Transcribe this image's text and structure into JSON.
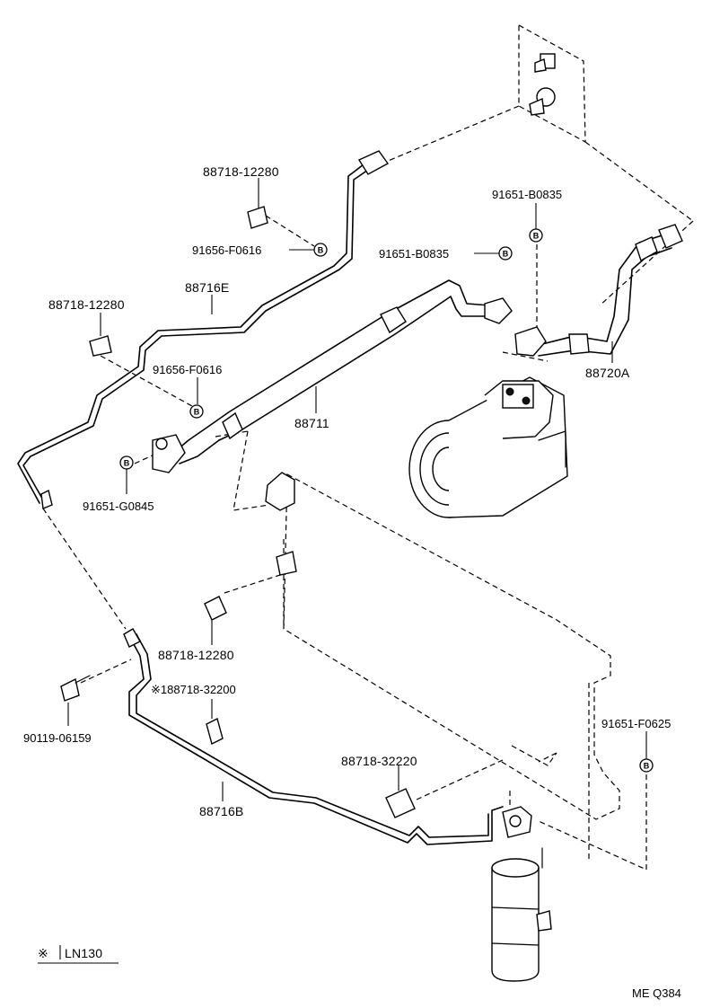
{
  "labels": {
    "p88718_12280_top": "88718-12280",
    "p91656_F0616_top": "91656-F0616",
    "p88716E": "88716E",
    "p88718_12280_left": "88718-12280",
    "p91656_F0616_mid": "91656-F0616",
    "p91651_B0835_mid": "91651-B0835",
    "p91651_B0835_right": "91651-B0835",
    "p88720A": "88720A",
    "p88711": "88711",
    "p91651_G0845": "91651-G0845",
    "p88718_12280_bottom": "88718-12280",
    "p188718_32200": "※188718-32200",
    "p90119_06159": "90119-06159",
    "p91651_F0625": "91651-F0625",
    "p88718_32220": "88718-32220",
    "p88716B": "88716B"
  },
  "bolt_marker": "B",
  "note": {
    "symbol": "※",
    "text": "LN130"
  },
  "figure_code": "ME Q384"
}
